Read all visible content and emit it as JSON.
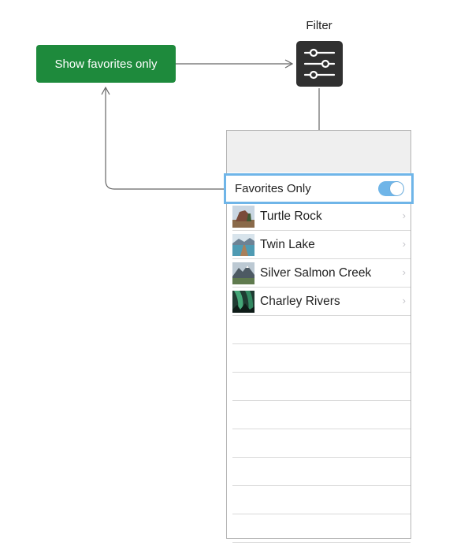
{
  "button": {
    "label": "Show favorites only",
    "color": "#1e8a3c"
  },
  "filter": {
    "label": "Filter",
    "icon": "sliders-icon"
  },
  "toggle": {
    "label": "Favorites Only",
    "on": true,
    "accent": "#6fb5e8"
  },
  "landmarks": [
    {
      "name": "Turtle Rock"
    },
    {
      "name": "Twin Lake"
    },
    {
      "name": "Silver Salmon Creek"
    },
    {
      "name": "Charley Rivers"
    }
  ]
}
